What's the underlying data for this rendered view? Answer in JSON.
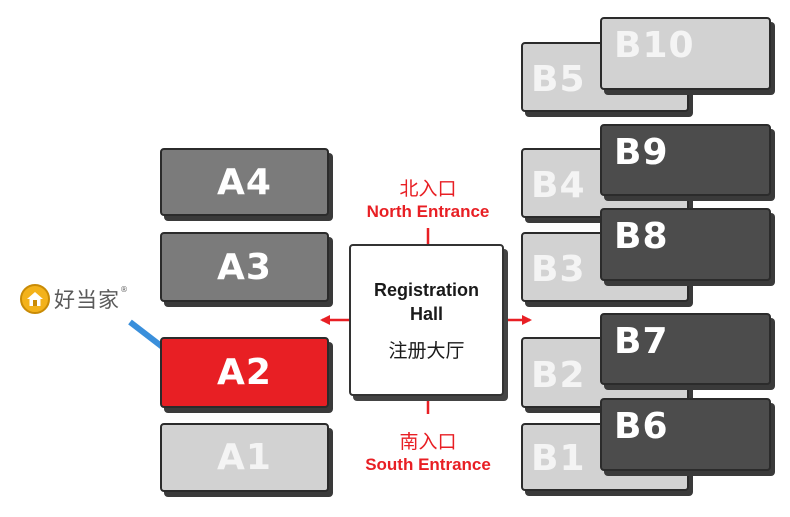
{
  "blocks": {
    "A1": "A1",
    "A2": "A2",
    "A3": "A3",
    "A4": "A4",
    "B1": "B1",
    "B2": "B2",
    "B3": "B3",
    "B4": "B4",
    "B5": "B5",
    "B6": "B6",
    "B7": "B7",
    "B8": "B8",
    "B9": "B9",
    "B10": "B10"
  },
  "hall": {
    "en_line1": "Registration",
    "en_line2": "Hall",
    "zh": "注册大厅"
  },
  "north": {
    "zh": "北入口",
    "en": "North Entrance"
  },
  "south": {
    "zh": "南入口",
    "en": "South Entrance"
  },
  "logo": {
    "text": "好当家",
    "reg": "®"
  },
  "colors": {
    "highlight": "#e81f24",
    "dark_block": "#4c4c4c",
    "mid_block": "#7b7b7b",
    "light_block": "#d2d2d2",
    "pointer_arrow": "#3a8fdb"
  }
}
